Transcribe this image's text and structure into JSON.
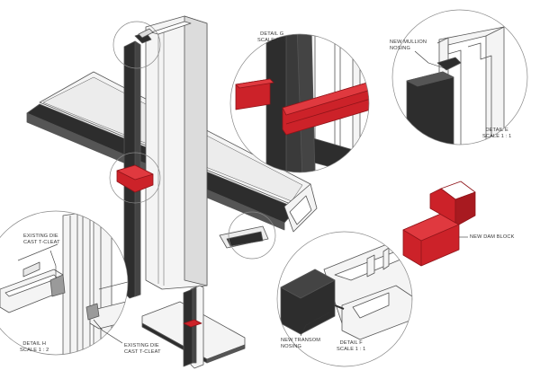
{
  "colors": {
    "red": "#cc2229",
    "red_dark": "#8f1419",
    "dark": "#2d2d2d",
    "frame": "#f4f4f4",
    "frame_shade": "#dcdcdc",
    "outline": "#555555",
    "zoom_circle": "#888888",
    "label_text": "#333333",
    "background": "#ffffff"
  },
  "labels": {
    "detail_g": {
      "title": "DETAIL G",
      "scale": "SCALE 1 : 1"
    },
    "new_mullion": {
      "line1": "NEW MULLION",
      "line2": "NOSING"
    },
    "detail_e": {
      "title": "DETAIL E",
      "scale": "SCALE 1 : 1"
    },
    "new_dam_block": "NEW DAM BLOCK",
    "existing_cleat_left": {
      "line1": "EXISTING DIE",
      "line2": "CAST T-CLEAT"
    },
    "detail_h": {
      "title": "DETAIL H",
      "scale": "SCALE 1 : 2"
    },
    "existing_cleat_bottom": {
      "line1": "EXISTING DIE",
      "line2": "CAST T-CLEAT"
    },
    "new_transom": {
      "line1": "NEW TRANSOM",
      "line2": "NOSING"
    },
    "detail_f": {
      "title": "DETAIL F",
      "scale": "SCALE 1 : 1"
    }
  }
}
